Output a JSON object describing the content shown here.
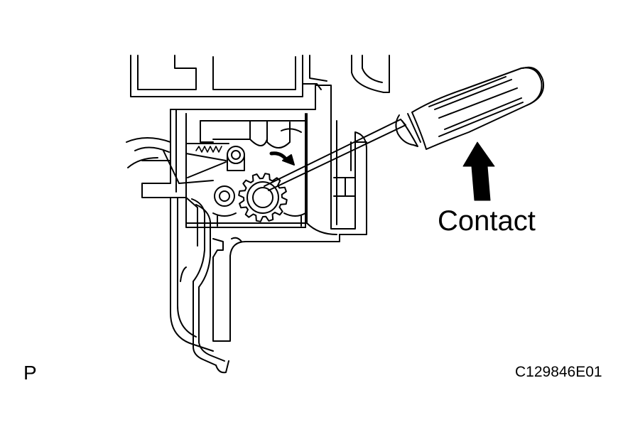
{
  "callout": {
    "text": "Contact"
  },
  "corner_mark": {
    "text": "P"
  },
  "figure_code": {
    "text": "C129846E01"
  },
  "colors": {
    "line": "#000000",
    "background": "#ffffff"
  },
  "icons": [
    "screwdriver-icon",
    "gear-icon",
    "rotation-arrow-icon",
    "push-arrow-icon"
  ]
}
